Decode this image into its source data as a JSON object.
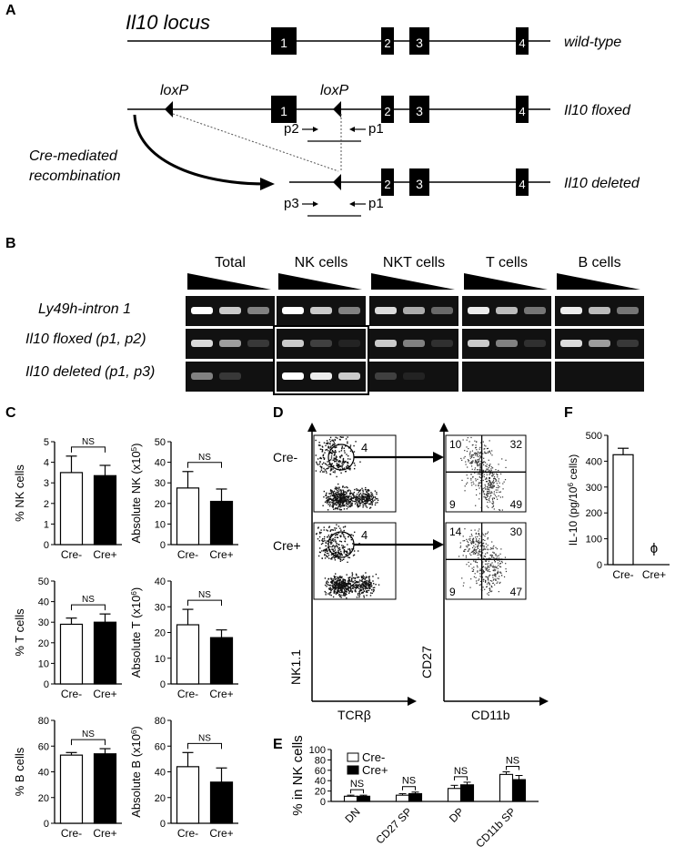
{
  "panel_labels": {
    "A": "A",
    "B": "B",
    "C": "C",
    "D": "D",
    "E": "E",
    "F": "F"
  },
  "panel_a": {
    "locus_title": "Il10 locus",
    "exons": [
      "1",
      "2",
      "3",
      "4"
    ],
    "rows": [
      "wild-type",
      "Il10 floxed",
      "Il10 deleted"
    ],
    "loxp": "loxP",
    "recombination_line1": "Cre-mediated",
    "recombination_line2": "recombination",
    "primers": {
      "p1": "p1",
      "p2": "p2",
      "p3": "p3"
    }
  },
  "panel_b": {
    "groups": [
      "Total",
      "NK cells",
      "NKT cells",
      "T cells",
      "B cells"
    ],
    "rows": [
      "Ly49h-intron 1",
      "Il10 floxed (p1, p2)",
      "Il10 deleted (p1, p3)"
    ],
    "band_intensity": [
      [
        [
          1.0,
          0.85,
          0.6
        ],
        [
          1.0,
          0.85,
          0.6
        ],
        [
          0.9,
          0.75,
          0.5
        ],
        [
          0.95,
          0.8,
          0.55
        ],
        [
          0.95,
          0.8,
          0.55
        ]
      ],
      [
        [
          0.9,
          0.7,
          0.25
        ],
        [
          0.85,
          0.3,
          0.1
        ],
        [
          0.85,
          0.6,
          0.2
        ],
        [
          0.85,
          0.6,
          0.2
        ],
        [
          0.9,
          0.7,
          0.25
        ]
      ],
      [
        [
          0.6,
          0.25,
          0.0
        ],
        [
          1.0,
          0.95,
          0.85
        ],
        [
          0.3,
          0.1,
          0.0
        ],
        [
          0.0,
          0.0,
          0.0
        ],
        [
          0.0,
          0.0,
          0.0
        ]
      ]
    ]
  },
  "chart_data": [
    {
      "type": "bar",
      "categories": [
        "Cre-",
        "Cre+"
      ],
      "values": [
        3.5,
        3.35
      ],
      "errors": [
        0.8,
        0.5
      ],
      "ylabel": "% NK cells",
      "ylim": [
        0,
        5
      ],
      "yticks": [
        0,
        1,
        2,
        3,
        4,
        5
      ],
      "annotation": "NS"
    },
    {
      "type": "bar",
      "categories": [
        "Cre-",
        "Cre+"
      ],
      "values": [
        27.5,
        21
      ],
      "errors": [
        8,
        6
      ],
      "ylabel": "Absolute NK (x10",
      "ylabel_sup": "5",
      "ylabel_tail": ")",
      "ylim": [
        0,
        50
      ],
      "yticks": [
        0,
        10,
        20,
        30,
        40,
        50
      ],
      "annotation": "NS"
    },
    {
      "type": "bar",
      "categories": [
        "Cre-",
        "Cre+"
      ],
      "values": [
        29,
        30
      ],
      "errors": [
        3,
        4
      ],
      "ylabel": "% T cells",
      "ylim": [
        0,
        50
      ],
      "yticks": [
        0,
        10,
        20,
        30,
        40,
        50
      ],
      "annotation": "NS"
    },
    {
      "type": "bar",
      "categories": [
        "Cre-",
        "Cre+"
      ],
      "values": [
        23,
        18
      ],
      "errors": [
        6,
        3
      ],
      "ylabel": "Absolute T (x10",
      "ylabel_sup": "6",
      "ylabel_tail": ")",
      "ylim": [
        0,
        40
      ],
      "yticks": [
        0,
        10,
        20,
        30,
        40
      ],
      "annotation": "NS"
    },
    {
      "type": "bar",
      "categories": [
        "Cre-",
        "Cre+"
      ],
      "values": [
        53,
        54
      ],
      "errors": [
        2,
        4
      ],
      "ylabel": "% B cells",
      "ylim": [
        0,
        80
      ],
      "yticks": [
        0,
        20,
        40,
        60,
        80
      ],
      "annotation": "NS"
    },
    {
      "type": "bar",
      "categories": [
        "Cre-",
        "Cre+"
      ],
      "values": [
        44,
        32
      ],
      "errors": [
        11,
        11
      ],
      "ylabel": "Absolute B (x10",
      "ylabel_sup": "6",
      "ylabel_tail": ")",
      "ylim": [
        0,
        80
      ],
      "yticks": [
        0,
        20,
        40,
        60,
        80
      ],
      "annotation": "NS"
    },
    {
      "type": "bar",
      "categories": [
        "DN",
        "CD27 SP",
        "DP",
        "CD11b SP"
      ],
      "series": [
        {
          "name": "Cre-",
          "values": [
            10,
            12,
            25,
            52
          ],
          "errors": [
            2,
            3,
            6,
            5
          ]
        },
        {
          "name": "Cre+",
          "values": [
            10,
            15,
            32,
            42
          ],
          "errors": [
            2,
            3,
            5,
            8
          ]
        }
      ],
      "ylabel": "% in NK cells",
      "ylim": [
        0,
        100
      ],
      "yticks": [
        0,
        20,
        40,
        60,
        80,
        100
      ],
      "annotations": [
        "NS",
        "NS",
        "NS",
        "NS"
      ],
      "legend": "top-left"
    },
    {
      "type": "bar",
      "categories": [
        "Cre-",
        "Cre+"
      ],
      "values": [
        425,
        0
      ],
      "errors": [
        25,
        0
      ],
      "ylabel": "IL-10 (pg/10",
      "ylabel_sup": "6",
      "ylabel_tail": " cells)",
      "ylim": [
        0,
        500
      ],
      "yticks": [
        0,
        100,
        200,
        300,
        400,
        500
      ],
      "annotation": "ϕ"
    }
  ],
  "panel_d": {
    "rows": [
      "Cre-",
      "Cre+"
    ],
    "gate_values": [
      "4",
      "4"
    ],
    "quadrants": [
      [
        "10",
        "32",
        "9",
        "49"
      ],
      [
        "14",
        "30",
        "9",
        "47"
      ]
    ],
    "axes": {
      "x1": "TCRβ",
      "y1": "NK1.1",
      "x2": "CD11b",
      "y2": "CD27"
    }
  }
}
